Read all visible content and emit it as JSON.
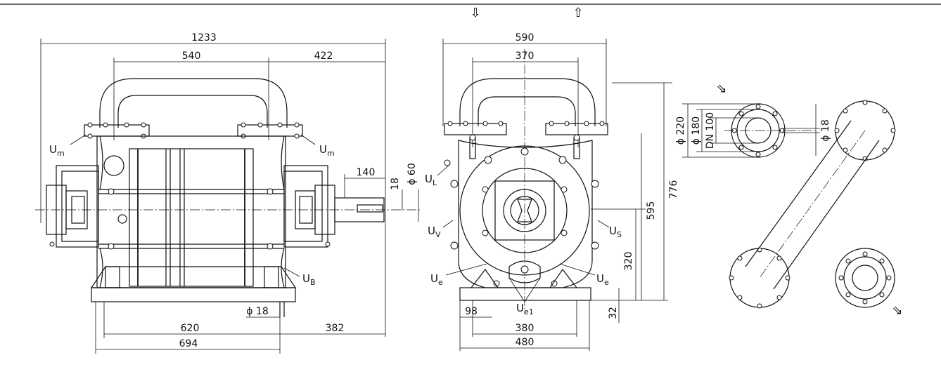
{
  "dimensions": {
    "overall_length": "1233",
    "span_540": "540",
    "span_422": "422",
    "shaft_140": "140",
    "shaft_dia": "ϕ 60",
    "key_18": "18",
    "foot_620": "620",
    "foot_382": "382",
    "foot_694": "694",
    "hole_dia": "ϕ 18",
    "front_590": "590",
    "front_370": "370",
    "height_776": "776",
    "height_595": "595",
    "height_320": "320",
    "height_32": "32",
    "base_98": "98",
    "base_380": "380",
    "base_480": "480",
    "flange_220": "ϕ 220",
    "flange_180": "ϕ 180",
    "flange_dn": "DN 100",
    "flange_bolt": "ϕ 18"
  },
  "labels": {
    "U": "U",
    "m": "m",
    "L": "L",
    "V": "V",
    "S": "S",
    "B": "B",
    "e": "e",
    "e1": "e1"
  },
  "arrows": {
    "inlet": "⇩",
    "outlet": "⇧",
    "diag_in": "⇘",
    "diag_out": "⇘"
  }
}
